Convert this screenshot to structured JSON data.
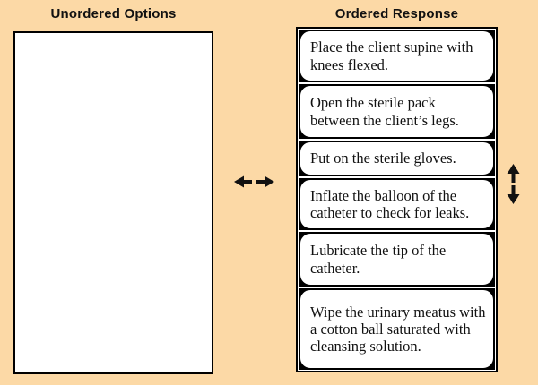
{
  "colors": {
    "background": "#fcd9a6",
    "box_background": "#ffffff",
    "border": "#000000",
    "text": "#111111"
  },
  "left_panel": {
    "title": "Unordered Options"
  },
  "right_panel": {
    "title": "Ordered Response",
    "items": [
      "Place the client supine with knees flexed.",
      "Open the sterile pack between the client’s legs.",
      "Put on the sterile gloves.",
      "Inflate the balloon of the catheter to check for leaks.",
      "Lubricate the tip of the catheter.",
      "Wipe the urinary meatus with a cotton ball saturated with cleansing solution."
    ]
  },
  "icons": {
    "arrow_left": "←",
    "arrow_right": "→",
    "arrow_up": "↑",
    "arrow_down": "↓"
  }
}
